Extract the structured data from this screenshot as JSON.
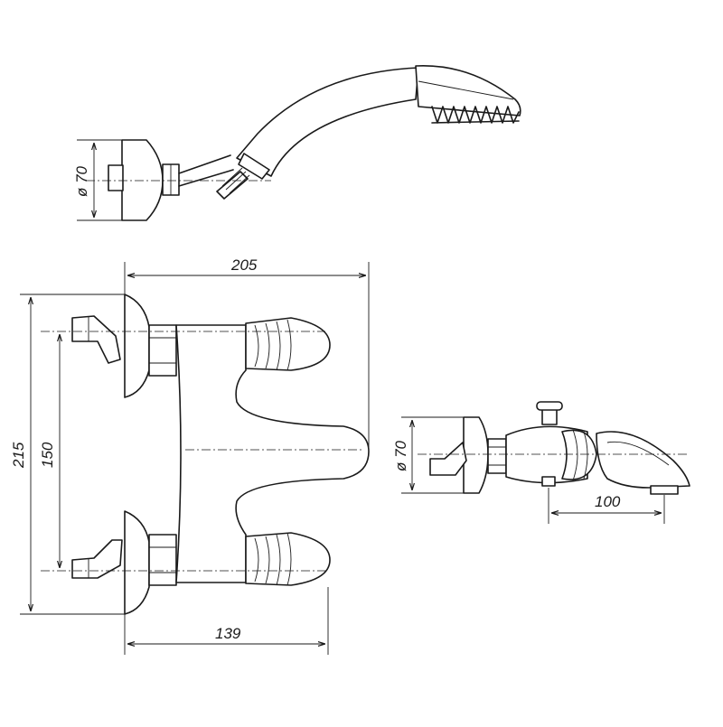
{
  "drawing": {
    "dimensions": {
      "shower_diameter": "ø 70",
      "spout_diameter": "ø 70",
      "spout_reach": "100",
      "total_width": "205",
      "total_height": "215",
      "handle_spacing": "150",
      "handle_depth": "139"
    }
  }
}
